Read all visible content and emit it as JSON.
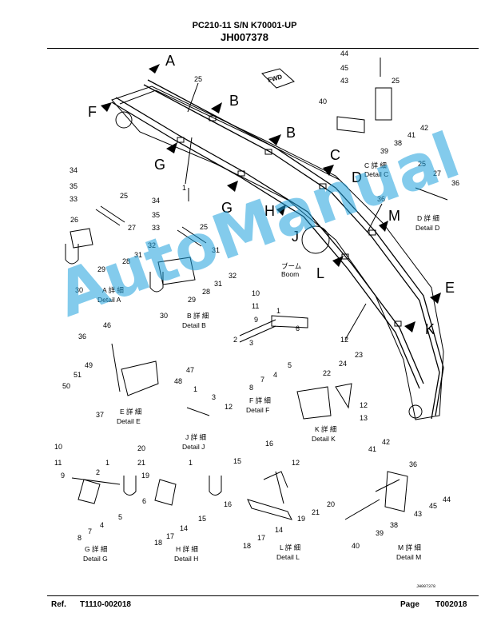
{
  "header": {
    "model_line": "PC210-11 S/N K70001-UP",
    "drawing_code": "JH007378"
  },
  "footer": {
    "ref_label": "Ref.",
    "ref_value": "T1110-002018",
    "page_label": "Page",
    "page_value": "T002018"
  },
  "stamp": "JH007378",
  "watermark": "AutoManual",
  "fwd_label": "FWD",
  "boom_label": {
    "jp": "ブーム",
    "en": "Boom"
  },
  "detail_word_jp": "詳 細",
  "details": {
    "A": "Detail A",
    "B": "Detail B",
    "C": "Detail C",
    "D": "Detail D",
    "E": "Detail E",
    "F": "Detail F",
    "G": "Detail G",
    "H": "Detail H",
    "J": "Detail J",
    "K": "Detail K",
    "L": "Detail L",
    "M": "Detail M"
  },
  "view_letters": [
    "A",
    "B",
    "B",
    "C",
    "D",
    "E",
    "F",
    "G",
    "G",
    "H",
    "J",
    "K",
    "L",
    "M"
  ],
  "part_numbers": [
    "1",
    "2",
    "3",
    "4",
    "5",
    "6",
    "7",
    "8",
    "9",
    "10",
    "11",
    "12",
    "13",
    "14",
    "15",
    "16",
    "17",
    "18",
    "19",
    "20",
    "21",
    "22",
    "23",
    "24",
    "25",
    "26",
    "27",
    "28",
    "29",
    "30",
    "31",
    "32",
    "33",
    "34",
    "35",
    "36",
    "37",
    "38",
    "39",
    "40",
    "41",
    "42",
    "43",
    "44",
    "45",
    "46",
    "47",
    "48",
    "49",
    "50",
    "51"
  ]
}
